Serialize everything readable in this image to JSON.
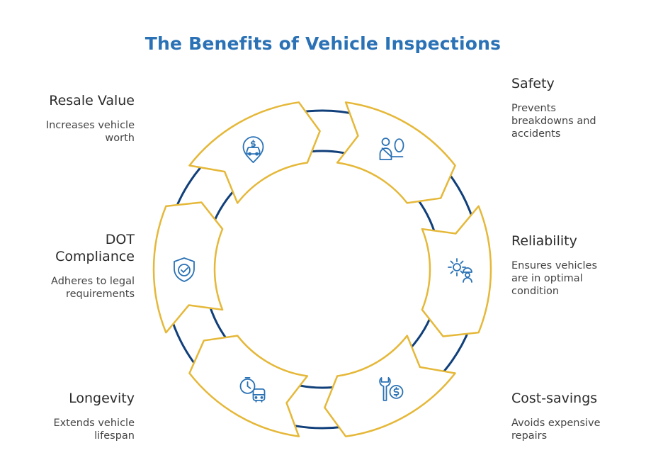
{
  "title": "The Benefits of Vehicle Inspections",
  "colors": {
    "title": "#2a72b5",
    "ring": "#103f7a",
    "segment_stroke": "#e5b839",
    "icon": "#2a72b5",
    "text": "#2b2b2b"
  },
  "benefits": [
    {
      "heading": "Safety",
      "description": "Prevents breakdowns and accidents",
      "icon": "person-seatbelt-icon"
    },
    {
      "heading": "Reliability",
      "description": "Ensures vehicles are in optimal condition",
      "icon": "gear-worker-icon"
    },
    {
      "heading": "Cost-savings",
      "description": "Avoids expensive repairs",
      "icon": "wrench-dollar-icon"
    },
    {
      "heading": "Longevity",
      "description": "Extends vehicle lifespan",
      "icon": "clock-bus-icon"
    },
    {
      "heading": "DOT Compliance",
      "description": "Adheres to legal requirements",
      "icon": "shield-check-icon"
    },
    {
      "heading": "Resale Value",
      "description": "Increases vehicle worth",
      "icon": "car-dollar-pin-icon"
    }
  ]
}
